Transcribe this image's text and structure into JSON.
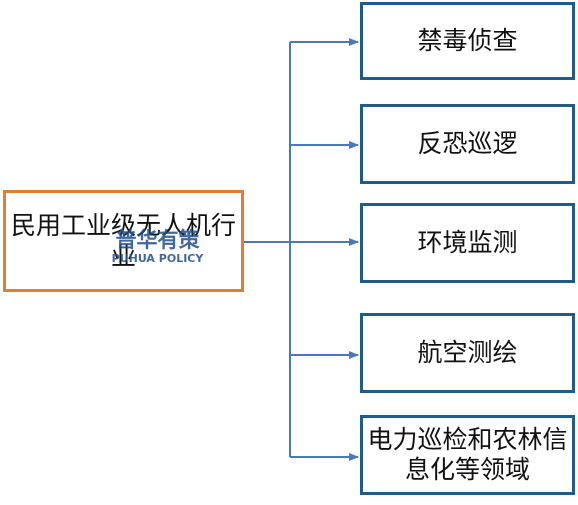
{
  "root": {
    "label": "民用工业级无人机行业"
  },
  "watermark": {
    "zh": "普华有策",
    "en": "PUHUA POLICY"
  },
  "branches": [
    {
      "label": "禁毒侦查"
    },
    {
      "label": "反恐巡逻"
    },
    {
      "label": "环境监测"
    },
    {
      "label": "航空测绘"
    },
    {
      "label": "电力巡检和农林信息化等领域"
    }
  ],
  "colors": {
    "root_border": "#E07F32",
    "leaf_border": "#1F5C8B",
    "connector": "#4A78B8"
  }
}
